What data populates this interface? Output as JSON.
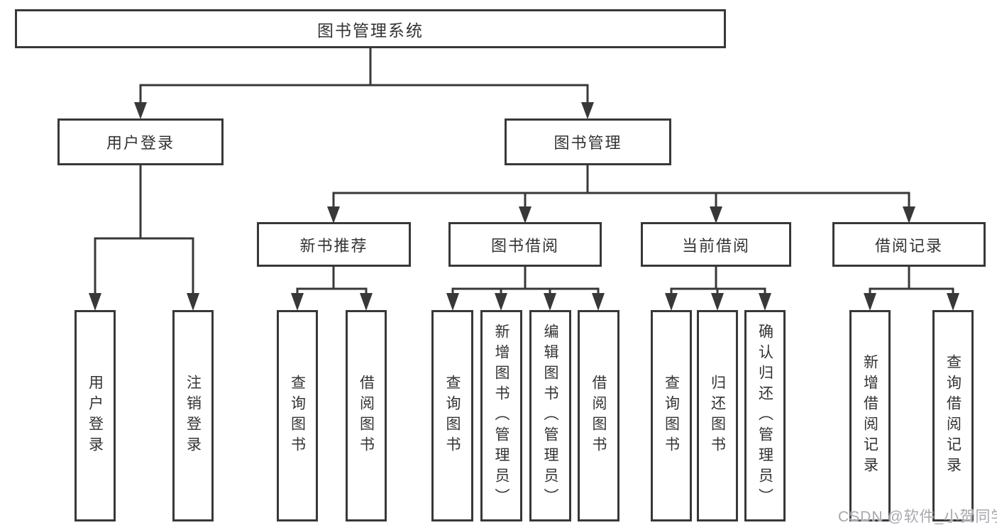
{
  "tree": {
    "label": "图书管理系统",
    "children": [
      {
        "label": "用户登录",
        "children": [
          {
            "label": "用户登录"
          },
          {
            "label": "注销登录"
          }
        ]
      },
      {
        "label": "图书管理",
        "children": [
          {
            "label": "新书推荐",
            "children": [
              {
                "label": "查询图书"
              },
              {
                "label": "借阅图书"
              }
            ]
          },
          {
            "label": "图书借阅",
            "children": [
              {
                "label": "查询图书"
              },
              {
                "label": "新增图书（管理员）"
              },
              {
                "label": "编辑图书（管理员）"
              },
              {
                "label": "借阅图书"
              }
            ]
          },
          {
            "label": "当前借阅",
            "children": [
              {
                "label": "查询图书"
              },
              {
                "label": "归还图书"
              },
              {
                "label": "确认归还（管理员）"
              }
            ]
          },
          {
            "label": "借阅记录",
            "children": [
              {
                "label": "新增借阅记录"
              },
              {
                "label": "查询借阅记录"
              }
            ]
          }
        ]
      }
    ]
  },
  "watermark": {
    "text": "CSDN @软件_小贺同学"
  },
  "colors": {
    "line": "#383838",
    "box_border": "#383838",
    "text": "#333333",
    "watermark": "#a7a7ae",
    "background": "#ffffff"
  }
}
